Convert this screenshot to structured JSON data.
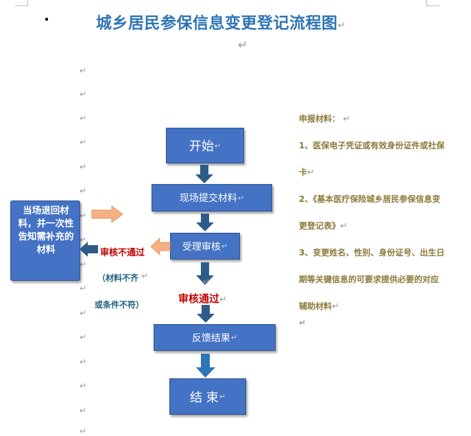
{
  "title": "城乡居民参保信息变更登记流程图",
  "flow": {
    "start": "开始",
    "submit": "现场提交材料",
    "review": "受理审核",
    "feedback": "反馈结果",
    "end": "结 束"
  },
  "reject": {
    "label": "审核不通过",
    "note_line1": "（材料不齐",
    "note_line2": "或条件不符）",
    "return_box": "当场退回材料，并一次性告知需补充的材料"
  },
  "approve": {
    "label": "审核通过"
  },
  "notes": {
    "heading": "申报材料：",
    "lines": [
      "1、医保电子凭证或有效身份证件或社保",
      "卡",
      "2、《基本医疗保险城乡居民参保信息变",
      "更登记表》",
      "3、变更姓名、性别、身份证号、出生日",
      "期等关键信息的可要求提供必要的对应",
      "辅助材料"
    ]
  },
  "colors": {
    "box_fill": "#4472c4",
    "arrow_fill": "#2e5c8a",
    "side_arrow": "#f4b183",
    "reject_red": "#c00000",
    "title_blue": "#2e74b5",
    "notes_text": "#8b7a3a"
  }
}
